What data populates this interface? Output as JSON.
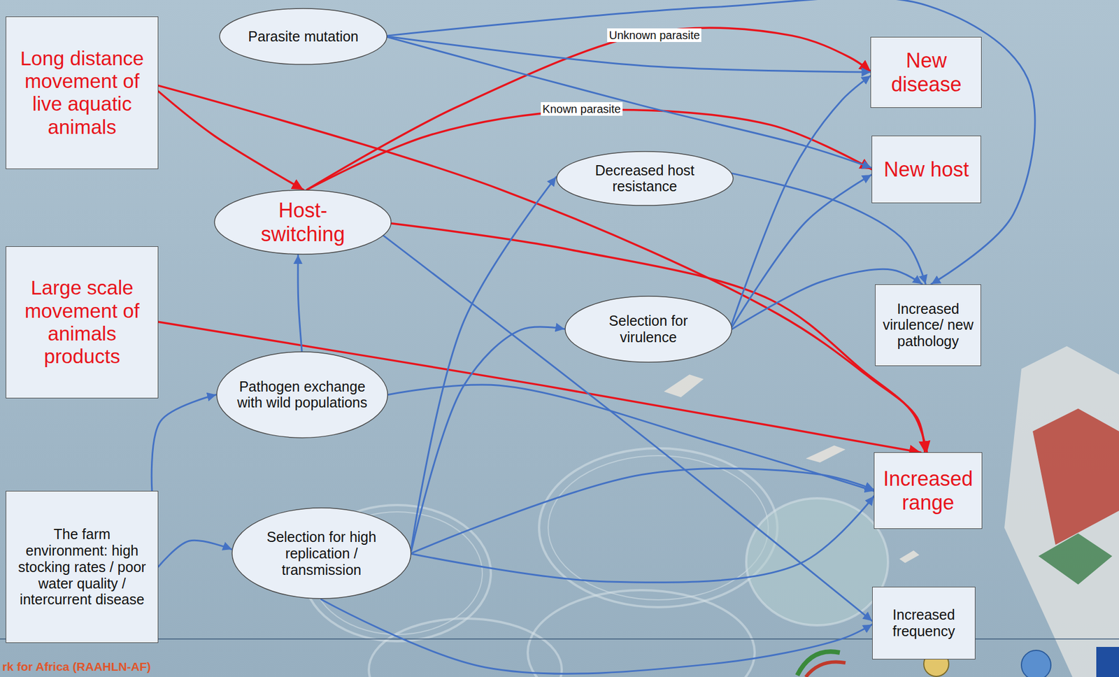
{
  "diagram": {
    "nodes": [
      {
        "text": [
          "Long distance movement of live aquatic animals"
        ]
      },
      {
        "text": [
          "Parasite mutation"
        ]
      },
      {
        "text": [
          "New disease"
        ]
      },
      {
        "text": [
          "Decreased host resistance"
        ]
      },
      {
        "text": [
          "New host"
        ]
      },
      {
        "text": [
          "Host-switching"
        ]
      },
      {
        "text": [
          "Large scale movement of animals products"
        ]
      },
      {
        "text": [
          "Selection for virulence"
        ]
      },
      {
        "text": [
          "Increased virulence/ new pathology"
        ]
      },
      {
        "text": [
          "Pathogen exchange with wild populations"
        ]
      },
      {
        "text": [
          "Increased range"
        ]
      },
      {
        "text": [
          "The farm environment: high stocking rates / poor water quality / intercurrent disease"
        ]
      },
      {
        "text": [
          "Selection for high replication / transmission"
        ]
      },
      {
        "text": [
          "Increased frequency"
        ]
      }
    ],
    "edges": [
      {
        "from": 0,
        "to": 5,
        "arrow": "to"
      },
      {
        "from": 0,
        "to": 10,
        "arrow": "to"
      },
      {
        "from": 5,
        "to": 2,
        "label": "Unknown parasite",
        "arrow": "to"
      },
      {
        "from": 5,
        "to": 4,
        "label": "Known parasite",
        "arrow": "to"
      },
      {
        "from": 5,
        "to": 10,
        "arrow": "to"
      },
      {
        "from": 6,
        "to": 10,
        "arrow": "to"
      },
      {
        "from": 1,
        "to": 2,
        "arrow": "to"
      },
      {
        "from": 1,
        "to": 4,
        "arrow": "to"
      },
      {
        "from": 1,
        "to": 8,
        "arrow": "to"
      },
      {
        "from": 3,
        "to": 8,
        "arrow": "to"
      },
      {
        "from": 7,
        "to": 2,
        "arrow": "to"
      },
      {
        "from": 7,
        "to": 4,
        "arrow": "to"
      },
      {
        "from": 7,
        "to": 8,
        "arrow": "to"
      },
      {
        "from": 9,
        "to": 5,
        "arrow": "to"
      },
      {
        "from": 9,
        "to": 10,
        "arrow": "to"
      },
      {
        "from": 11,
        "to": 9,
        "arrow": "to"
      },
      {
        "from": 11,
        "to": 12,
        "arrow": "to"
      },
      {
        "from": 12,
        "to": 3,
        "arrow": "to"
      },
      {
        "from": 12,
        "to": 7,
        "arrow": "to"
      },
      {
        "from": 12,
        "to": 10,
        "arrow": "to"
      },
      {
        "from": 12,
        "to": 10,
        "arrow": "to"
      },
      {
        "from": 12,
        "to": 13,
        "arrow": "to"
      },
      {
        "from": 5,
        "to": 13,
        "arrow": "to"
      }
    ],
    "labels": [
      "rk for Africa (RAAHLN-AF)"
    ]
  }
}
